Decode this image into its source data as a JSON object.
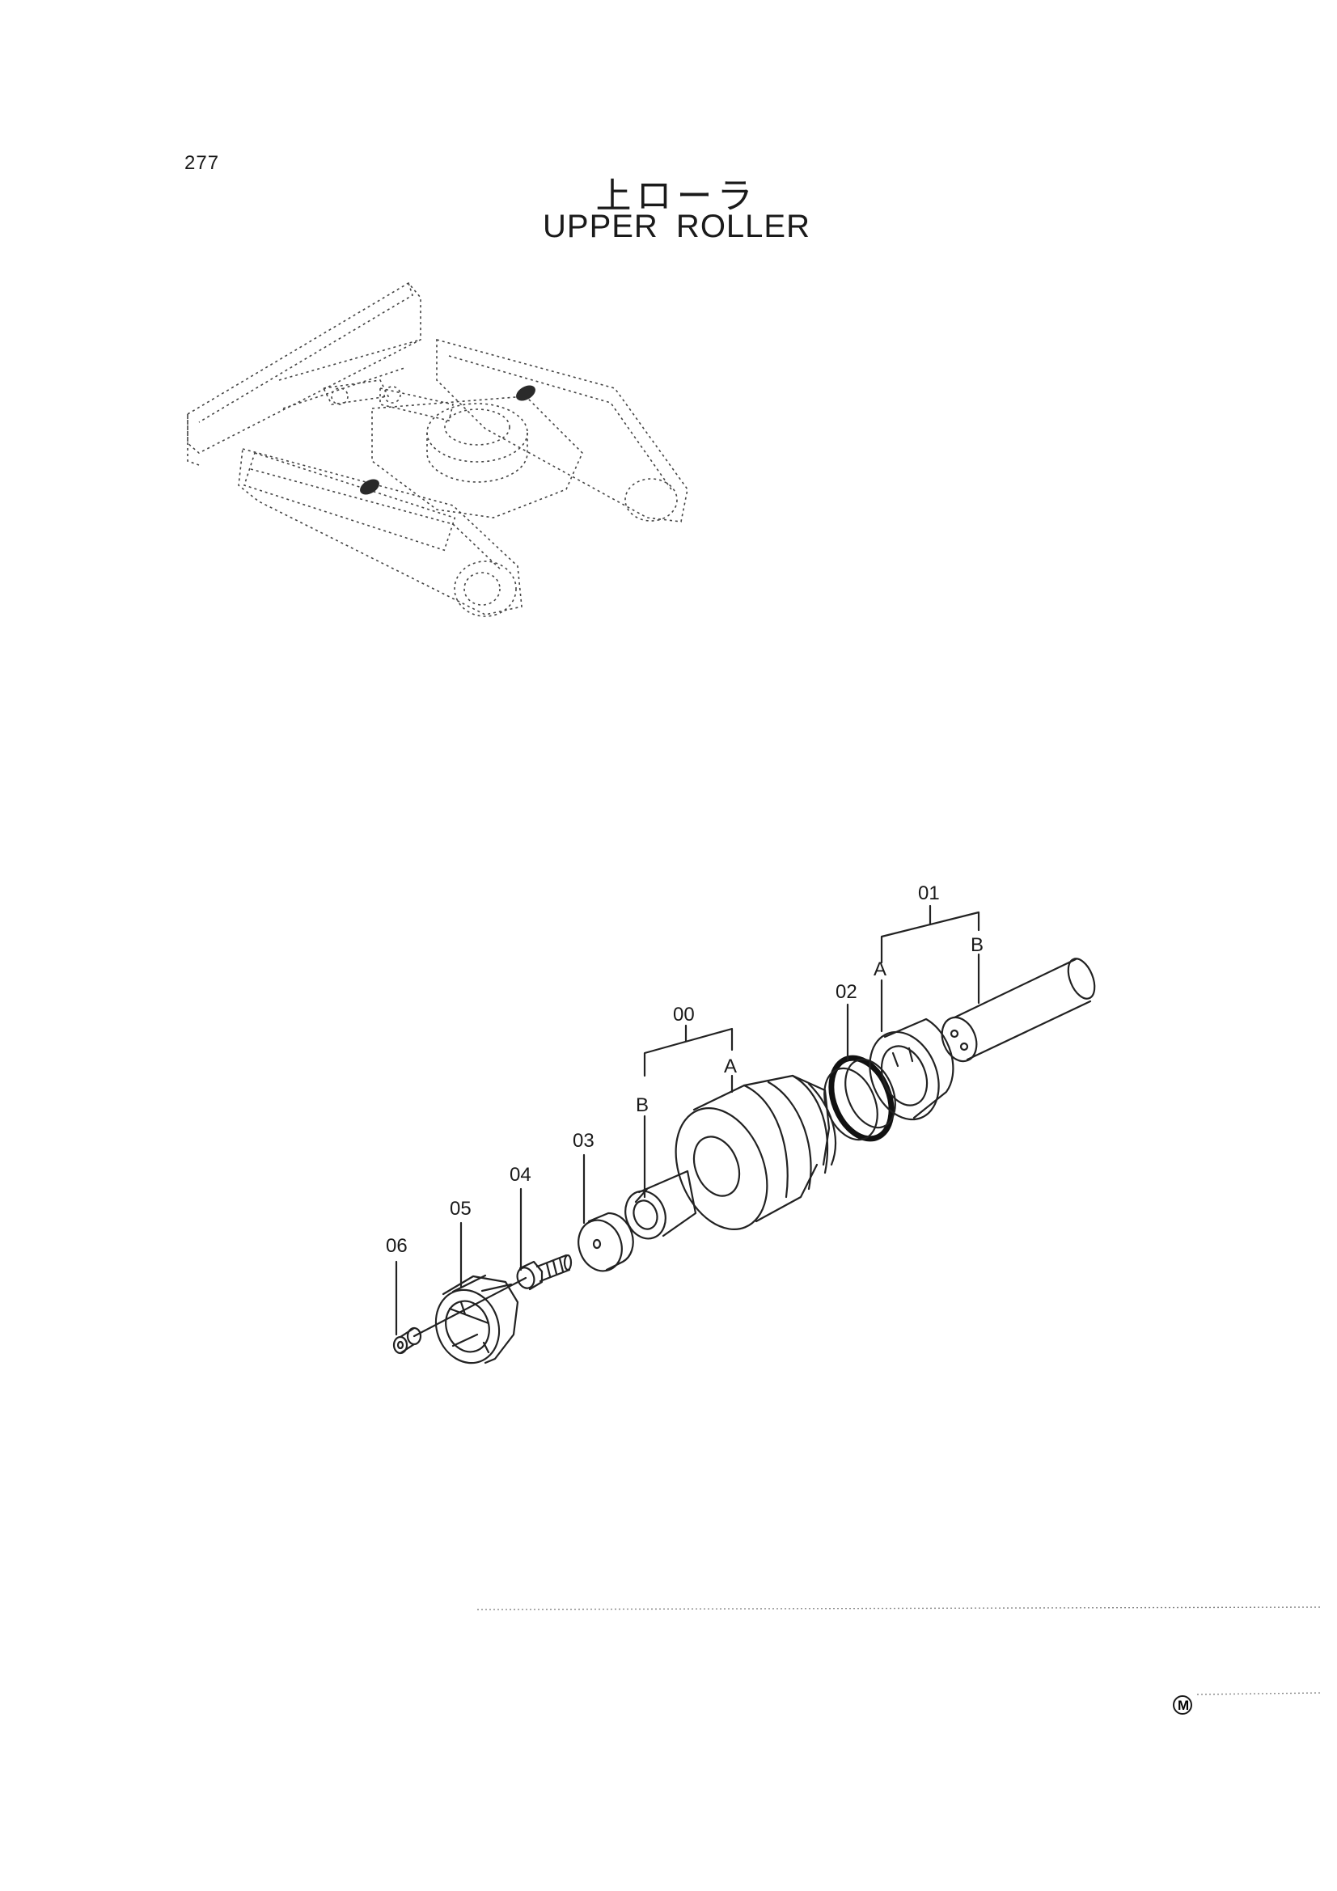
{
  "page": {
    "number": "277",
    "title_jp": "上ローラ",
    "title_en": "UPPER ROLLER"
  },
  "callouts": {
    "p00": "00",
    "p01": "01",
    "p02": "02",
    "p03": "03",
    "p04": "04",
    "p05": "05",
    "p06": "06",
    "p00_a": "A",
    "p00_b": "B",
    "p01_a": "A",
    "p01_b": "B"
  },
  "footer": {
    "mark": "M"
  }
}
